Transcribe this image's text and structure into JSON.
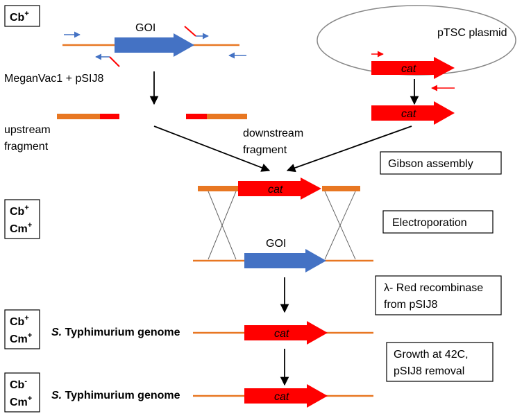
{
  "markers": [
    {
      "main": "Cb",
      "sup": "+"
    },
    {
      "lines": [
        {
          "main": "Cb",
          "sup": "+"
        },
        {
          "main": "Cm",
          "sup": "+"
        }
      ]
    },
    {
      "lines": [
        {
          "main": "Cb",
          "sup": "+"
        },
        {
          "main": "Cm",
          "sup": "+"
        }
      ]
    },
    {
      "lines": [
        {
          "main": "Cb",
          "sup": "-"
        },
        {
          "main": "Cm",
          "sup": "+"
        }
      ]
    }
  ],
  "labels": {
    "goi_top": "GOI",
    "goi_mid": "GOI",
    "plasmid": "pTSC plasmid",
    "meganvac": "MeganVac1 + pSIJ8",
    "upstream_line1": "upstream",
    "upstream_line2": "fragment",
    "downstream_line1": "downstream",
    "downstream_line2": "fragment",
    "cat": "cat",
    "genome_italic": "S.",
    "genome_text": " Typhimurium  genome"
  },
  "steps": {
    "gibson": "Gibson assembly",
    "electroporation": "Electroporation",
    "lambda_line1": "λ- Red recombinase",
    "lambda_line2": "from pSIJ8",
    "growth_line1": "Growth at 42C,",
    "growth_line2": "pSIJ8 removal"
  },
  "colors": {
    "orange_dna": "#e87722",
    "blue_gene": "#4472c4",
    "red_cat": "#ff0000",
    "primer_blue": "#4472c4",
    "primer_red": "#ff0000"
  }
}
